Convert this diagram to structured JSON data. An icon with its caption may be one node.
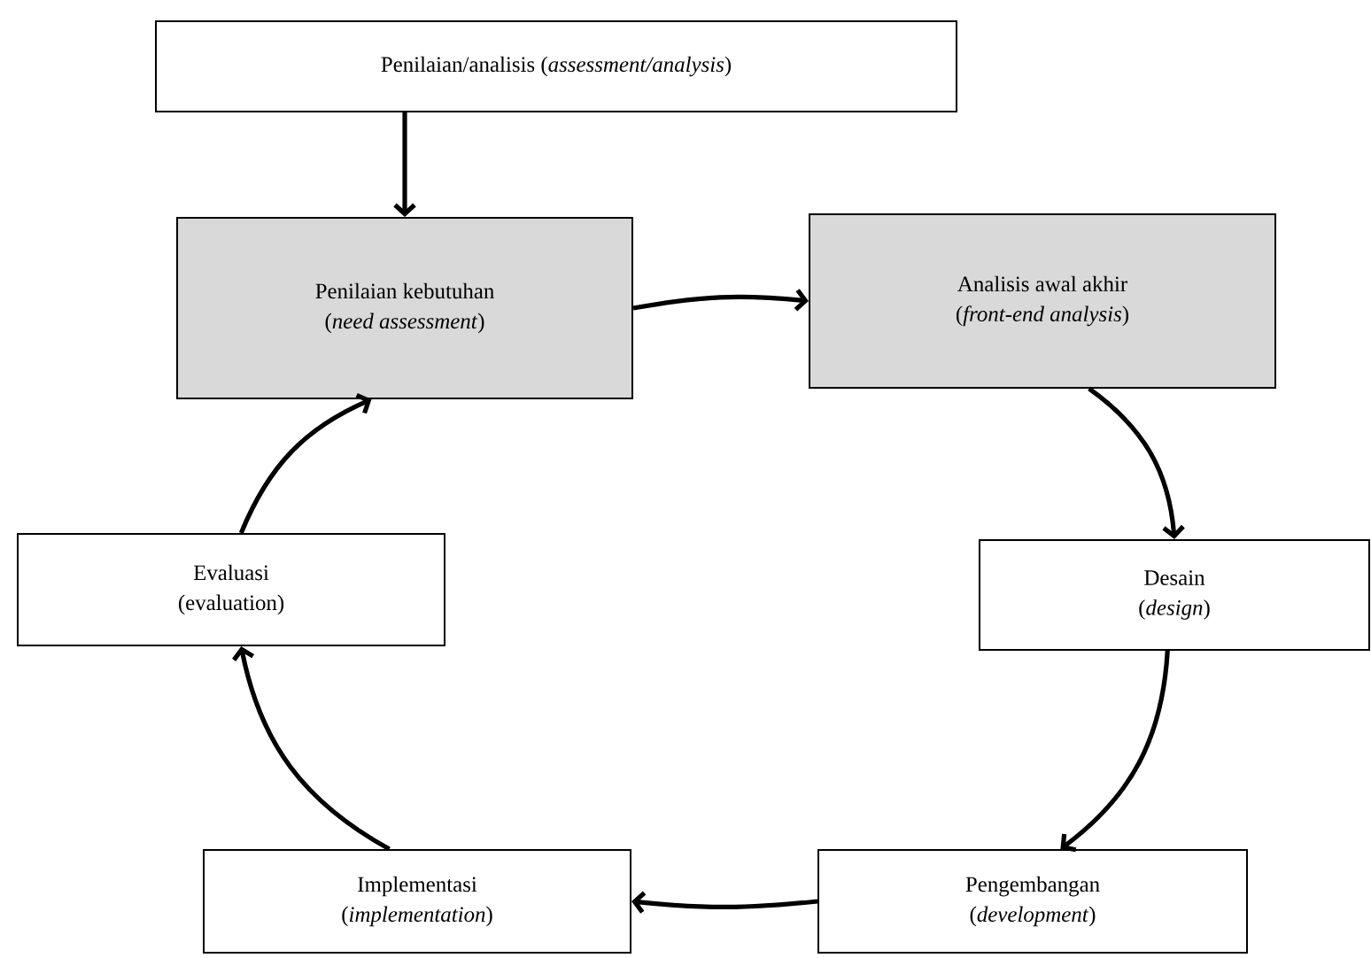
{
  "diagram": {
    "nodes": [
      {
        "text": [
          "Penilaian/analisis (*assessment/analysis*)"
        ]
      },
      {
        "text": [
          "Penilaian kebutuhan",
          "(*need assessment*)"
        ]
      },
      {
        "text": [
          "Analisis awal akhir",
          "(*front-end analysis*)"
        ]
      },
      {
        "text": [
          "Desain",
          "(*design*)"
        ]
      },
      {
        "text": [
          "Pengembangan",
          "(*development*)"
        ]
      },
      {
        "text": [
          "Implementasi",
          "(*implementation*)"
        ]
      },
      {
        "text": [
          "Evaluasi",
          "(evaluation)"
        ]
      }
    ],
    "edges": [
      {
        "from": 0,
        "to": 1,
        "arrow": "to"
      },
      {
        "from": 1,
        "to": 2,
        "arrow": "to"
      },
      {
        "from": 2,
        "to": 3,
        "arrow": "to"
      },
      {
        "from": 3,
        "to": 4,
        "arrow": "to"
      },
      {
        "from": 4,
        "to": 5,
        "arrow": "to"
      },
      {
        "from": 5,
        "to": 6,
        "arrow": "to"
      },
      {
        "from": 6,
        "to": 1,
        "arrow": "to"
      }
    ]
  }
}
